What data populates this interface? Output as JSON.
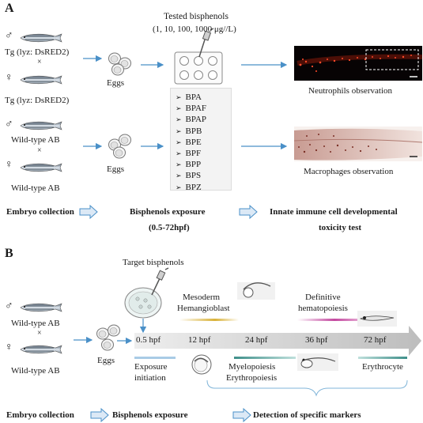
{
  "panel_a": {
    "label": "A",
    "tested_title": "Tested bisphenols",
    "tested_conc": "(1, 10, 100, 1000 μg//L)",
    "male_symbol": "♂",
    "female_symbol": "♀",
    "cross_symbol": "×",
    "strain_tg": "Tg (lyz: DsRED2)",
    "strain_wt": "Wild-type AB",
    "eggs_label": "Eggs",
    "bisphenols": [
      "BPA",
      "BPAF",
      "BPAP",
      "BPB",
      "BPE",
      "BPF",
      "BPP",
      "BPS",
      "BPZ"
    ],
    "neutrophils_label": "Neutrophils observation",
    "macrophages_label": "Macrophages observation",
    "step1": "Embryo collection",
    "step2_line1": "Bisphenols exposure",
    "step2_line2": "(0.5-72hpf)",
    "step3_line1": "Innate immune cell developmental",
    "step3_line2": "toxicity test"
  },
  "panel_b": {
    "label": "B",
    "target_title": "Target bisphenols",
    "male_symbol": "♂",
    "female_symbol": "♀",
    "cross_symbol": "×",
    "strain_wt": "Wild-type AB",
    "eggs_label": "Eggs",
    "mesoderm": "Mesoderm",
    "hemangioblast": "Hemangioblast",
    "definitive_line1": "Definitive",
    "definitive_line2": "hematopoiesis",
    "timepoints": [
      "0.5 hpf",
      "12 hpf",
      "24 hpf",
      "36 hpf",
      "72 hpf"
    ],
    "exposure_line1": "Exposure",
    "exposure_line2": "initiation",
    "myelopoiesis": "Myelopoiesis",
    "erythropoiesis": "Erythropoiesis",
    "erythrocyte": "Erythrocyte",
    "step1": "Embryo collection",
    "step2": "Bisphenols exposure",
    "step3": "Detection of specific markers"
  },
  "colors": {
    "arrow_blue": "#4a90c8",
    "timeline_gray": "#c8c8c8",
    "bar_yellow": "#d9b23a",
    "bar_magenta": "#c44aa0",
    "bar_teal": "#3f8f8a",
    "bar_lightblue": "#a9cbe6"
  }
}
